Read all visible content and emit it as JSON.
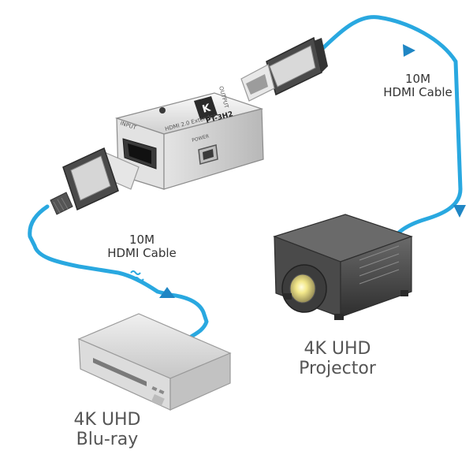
{
  "cable_top": {
    "line1": "10M",
    "line2": "HDMI Cable"
  },
  "cable_bottom": {
    "line1": "10M",
    "line2": "HDMI Cable"
  },
  "projector": {
    "line1": "4K UHD",
    "line2": "Projector"
  },
  "bluray": {
    "line1": "4K UHD",
    "line2": "Blu-ray"
  },
  "extender": {
    "model": "PT-3H2",
    "name": "HDMI 2.0 Extender",
    "output_label": "OUTPUT",
    "input_label": "INPUT",
    "power_label": "POWER",
    "brand_mark": "K"
  },
  "colors": {
    "cable": "#29a8e0",
    "arrow": "#1f86c4"
  }
}
